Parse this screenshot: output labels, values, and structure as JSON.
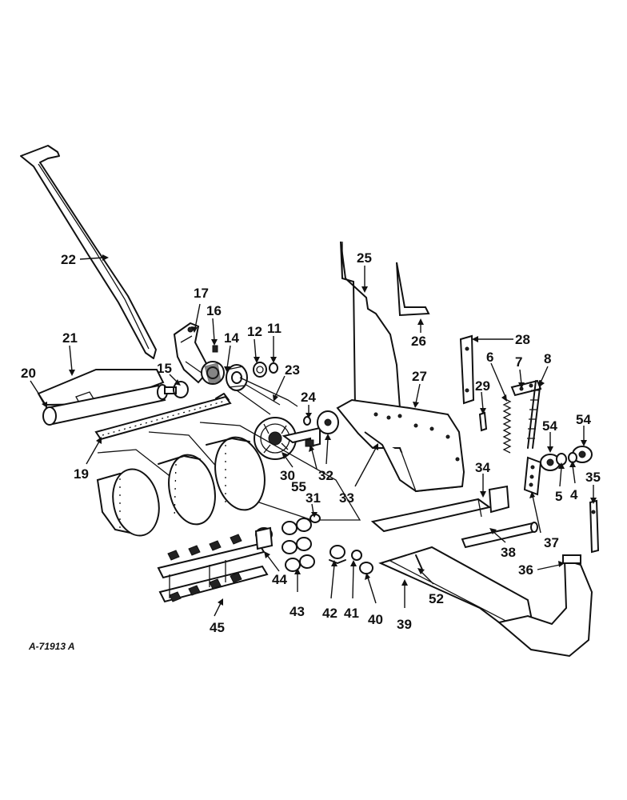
{
  "drawing_code": "A-71913 A",
  "callouts": [
    {
      "id": "c1",
      "text": "22"
    },
    {
      "id": "c2",
      "text": "17"
    },
    {
      "id": "c3",
      "text": "16"
    },
    {
      "id": "c4",
      "text": "14"
    },
    {
      "id": "c5",
      "text": "12"
    },
    {
      "id": "c6",
      "text": "11"
    },
    {
      "id": "c7",
      "text": "21"
    },
    {
      "id": "c8",
      "text": "20"
    },
    {
      "id": "c9",
      "text": "15"
    },
    {
      "id": "c10",
      "text": "23"
    },
    {
      "id": "c11",
      "text": "19"
    },
    {
      "id": "c12",
      "text": "24"
    },
    {
      "id": "c13",
      "text": "25"
    },
    {
      "id": "c14",
      "text": "26"
    },
    {
      "id": "c15",
      "text": "27"
    },
    {
      "id": "c16",
      "text": "28"
    },
    {
      "id": "c17",
      "text": "6"
    },
    {
      "id": "c18",
      "text": "7"
    },
    {
      "id": "c19",
      "text": "8"
    },
    {
      "id": "c20",
      "text": "29"
    },
    {
      "id": "c21",
      "text": "54"
    },
    {
      "id": "c22",
      "text": "54"
    },
    {
      "id": "c23",
      "text": "5"
    },
    {
      "id": "c24",
      "text": "4"
    },
    {
      "id": "c25",
      "text": "35"
    },
    {
      "id": "c26",
      "text": "30"
    },
    {
      "id": "c27",
      "text": "32"
    },
    {
      "id": "c28",
      "text": "55"
    },
    {
      "id": "c29",
      "text": "33"
    },
    {
      "id": "c30",
      "text": "34"
    },
    {
      "id": "c31",
      "text": "31"
    },
    {
      "id": "c32",
      "text": "37"
    },
    {
      "id": "c33",
      "text": "38"
    },
    {
      "id": "c34",
      "text": "36"
    },
    {
      "id": "c35",
      "text": "44"
    },
    {
      "id": "c36",
      "text": "43"
    },
    {
      "id": "c37",
      "text": "42"
    },
    {
      "id": "c38",
      "text": "41"
    },
    {
      "id": "c39",
      "text": "40"
    },
    {
      "id": "c40",
      "text": "39"
    },
    {
      "id": "c41",
      "text": "52"
    },
    {
      "id": "c42",
      "text": "45"
    }
  ]
}
